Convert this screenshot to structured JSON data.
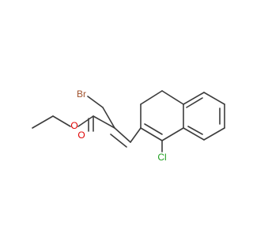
{
  "molecule": {
    "atoms": {
      "br": {
        "label": "Br",
        "color": "#a0522d"
      },
      "o_carbonyl": {
        "label": "O",
        "color": "#e00000"
      },
      "o_ester": {
        "label": "O",
        "color": "#e00000"
      },
      "cl": {
        "label": "Cl",
        "color": "#1fa01f"
      }
    },
    "bond_color": "#3c3c3c",
    "background": "#ffffff"
  }
}
